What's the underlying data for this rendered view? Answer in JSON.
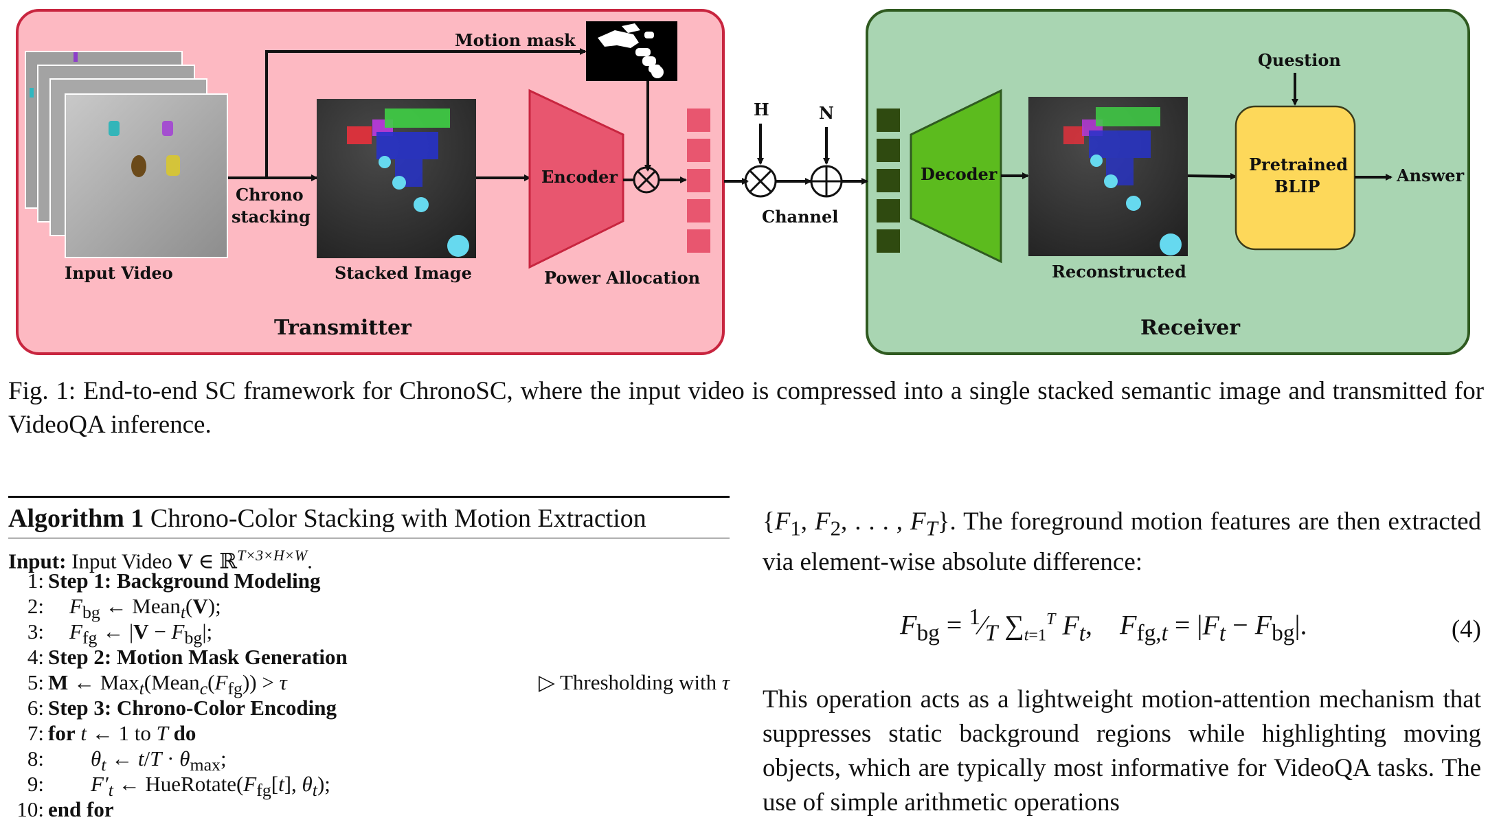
{
  "figure": {
    "transmitter": {
      "title": "Transmitter",
      "input_video_label": "Input Video",
      "chrono_stacking_label_1": "Chrono",
      "chrono_stacking_label_2": "stacking",
      "stacked_image_label": "Stacked Image",
      "encoder_label": "Encoder",
      "power_allocation_label": "Power Allocation",
      "motion_mask_label": "Motion mask",
      "bg_color": "#fdb9c2",
      "border_color": "#c8253f",
      "encoder_color": "#e8566f"
    },
    "channel": {
      "h_label": "H",
      "n_label": "N",
      "channel_label": "Channel"
    },
    "receiver": {
      "title": "Receiver",
      "decoder_label": "Decoder",
      "reconstructed_label": "Reconstructed",
      "question_label": "Question",
      "blip_label_1": "Pretrained",
      "blip_label_2": "BLIP",
      "answer_label": "Answer",
      "bg_color": "#a9d5b2",
      "border_color": "#2f5a20",
      "decoder_color": "#5cbb1e",
      "blip_color": "#fdd85a"
    }
  },
  "caption": {
    "prefix": "Fig. 1:",
    "text": "End-to-end SC framework for ChronoSC, where the input video is compressed into a single stacked semantic image and transmitted for VideoQA inference."
  },
  "algorithm": {
    "number": "Algorithm 1",
    "title": "Chrono-Color Stacking with Motion Extraction",
    "input_label": "Input:",
    "input_text": "Input Video",
    "lines": [
      {
        "num": "1:",
        "bold": "Step 1: Background Modeling"
      },
      {
        "num": "2:"
      },
      {
        "num": "3:"
      },
      {
        "num": "4:",
        "bold": "Step 2: Motion Mask Generation"
      },
      {
        "num": "5:",
        "comment": "Thresholding with"
      },
      {
        "num": "6:",
        "bold": "Step 3: Chrono-Color Encoding"
      },
      {
        "num": "7:",
        "kw_for": "for",
        "kw_to": "to",
        "kw_do": "do"
      },
      {
        "num": "8:"
      },
      {
        "num": "9:"
      },
      {
        "num": "10:",
        "kw_end": "end for"
      }
    ]
  },
  "body": {
    "para1_tail": ". The foreground motion features are then extracted via element-wise absolute difference:",
    "eq_number": "(4)",
    "para2": "This operation acts as a lightweight motion-attention mechanism that suppresses static background regions while highlighting moving objects, which are typically most informative for VideoQA tasks. The use of simple arithmetic operations"
  }
}
